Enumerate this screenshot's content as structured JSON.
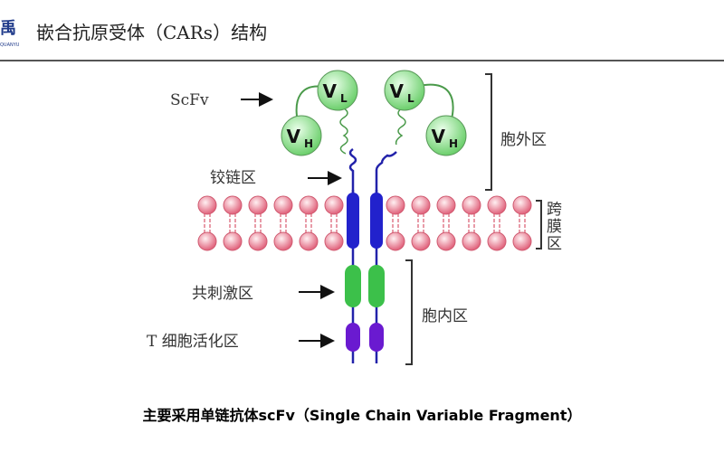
{
  "header": {
    "logo": "禹",
    "logo_sub": "QUANYU",
    "title": "嵌合抗原受体（CARs）结构"
  },
  "diagram": {
    "scfv": "ScFv",
    "vl": "V",
    "vl_sub": "L",
    "vh": "V",
    "vh_sub": "H",
    "hinge": "铰链区",
    "costim": "共刺激区",
    "activation": "T 细胞活化区",
    "extracellular": "胞外区",
    "transmembrane": [
      "跨",
      "膜",
      "区"
    ],
    "intracellular": "胞内区",
    "colors": {
      "domain": "#9be39b",
      "transmembrane": "#2222cc",
      "costim": "#3cc04a",
      "activation": "#6a1ad0",
      "lipid": "#f3a9b5"
    }
  },
  "caption": "主要采用单链抗体scFv（Single Chain Variable Fragment）"
}
